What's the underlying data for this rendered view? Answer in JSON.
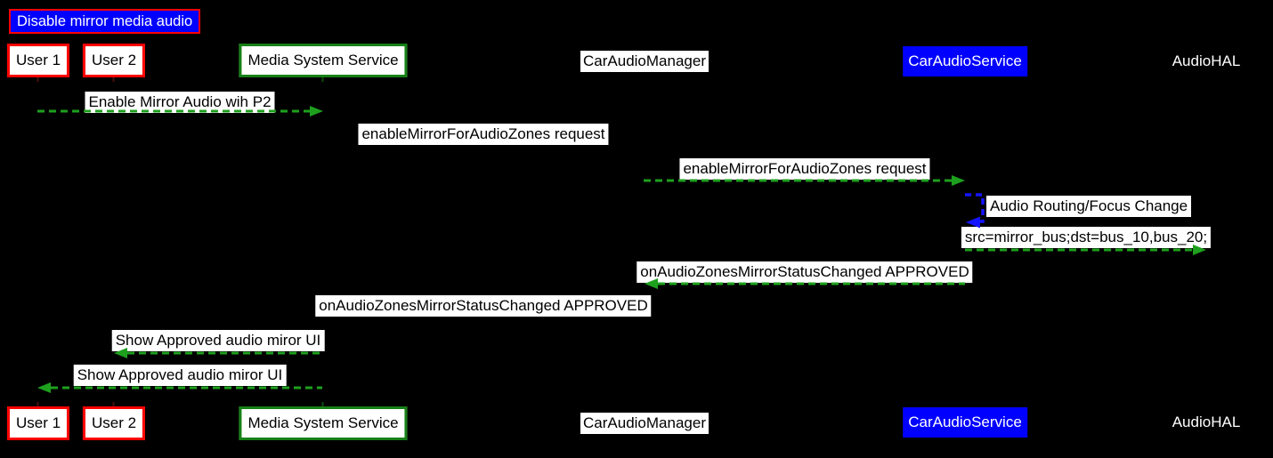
{
  "diagram": {
    "title": "Disable mirror media audio",
    "participants": [
      {
        "name": "User 1"
      },
      {
        "name": "User 2"
      },
      {
        "name": "Media System Service"
      },
      {
        "name": "CarAudioManager"
      },
      {
        "name": "CarAudioService"
      },
      {
        "name": "AudioHAL"
      }
    ],
    "messages": [
      {
        "text": "Enable Mirror Audio wih P2",
        "from": "User 1",
        "to": "Media System Service",
        "direction": "right",
        "arrow_visible": true
      },
      {
        "text": "enableMirrorForAudioZones request",
        "from": "Media System Service",
        "to": "CarAudioManager",
        "direction": "right",
        "arrow_visible": false
      },
      {
        "text": "enableMirrorForAudioZones request",
        "from": "CarAudioManager",
        "to": "CarAudioService",
        "direction": "right",
        "arrow_visible": true
      },
      {
        "text": "Audio Routing/Focus Change",
        "from": "CarAudioService",
        "to": "CarAudioService",
        "direction": "self",
        "arrow_visible": true
      },
      {
        "text": "src=mirror_bus;dst=bus_10,bus_20;",
        "from": "CarAudioService",
        "to": "AudioHAL",
        "direction": "right",
        "arrow_visible": true
      },
      {
        "text": "onAudioZonesMirrorStatusChanged APPROVED",
        "from": "CarAudioService",
        "to": "CarAudioManager",
        "direction": "left",
        "arrow_visible": true
      },
      {
        "text": "onAudioZonesMirrorStatusChanged APPROVED",
        "from": "CarAudioManager",
        "to": "Media System Service",
        "direction": "left",
        "arrow_visible": false
      },
      {
        "text": "Show Approved audio miror UI",
        "from": "Media System Service",
        "to": "User 2",
        "direction": "left",
        "arrow_visible": true
      },
      {
        "text": "Show Approved audio miror UI",
        "from": "Media System Service",
        "to": "User 1",
        "direction": "left",
        "arrow_visible": true
      }
    ],
    "colors": {
      "background": "#000000",
      "arrow": "#1ea01e",
      "loop": "#1414ff",
      "red_border": "#ff0000",
      "green_border": "#168016",
      "blue": "#0000ff",
      "label_bg": "#ffffff",
      "label_text": "#000000"
    }
  }
}
